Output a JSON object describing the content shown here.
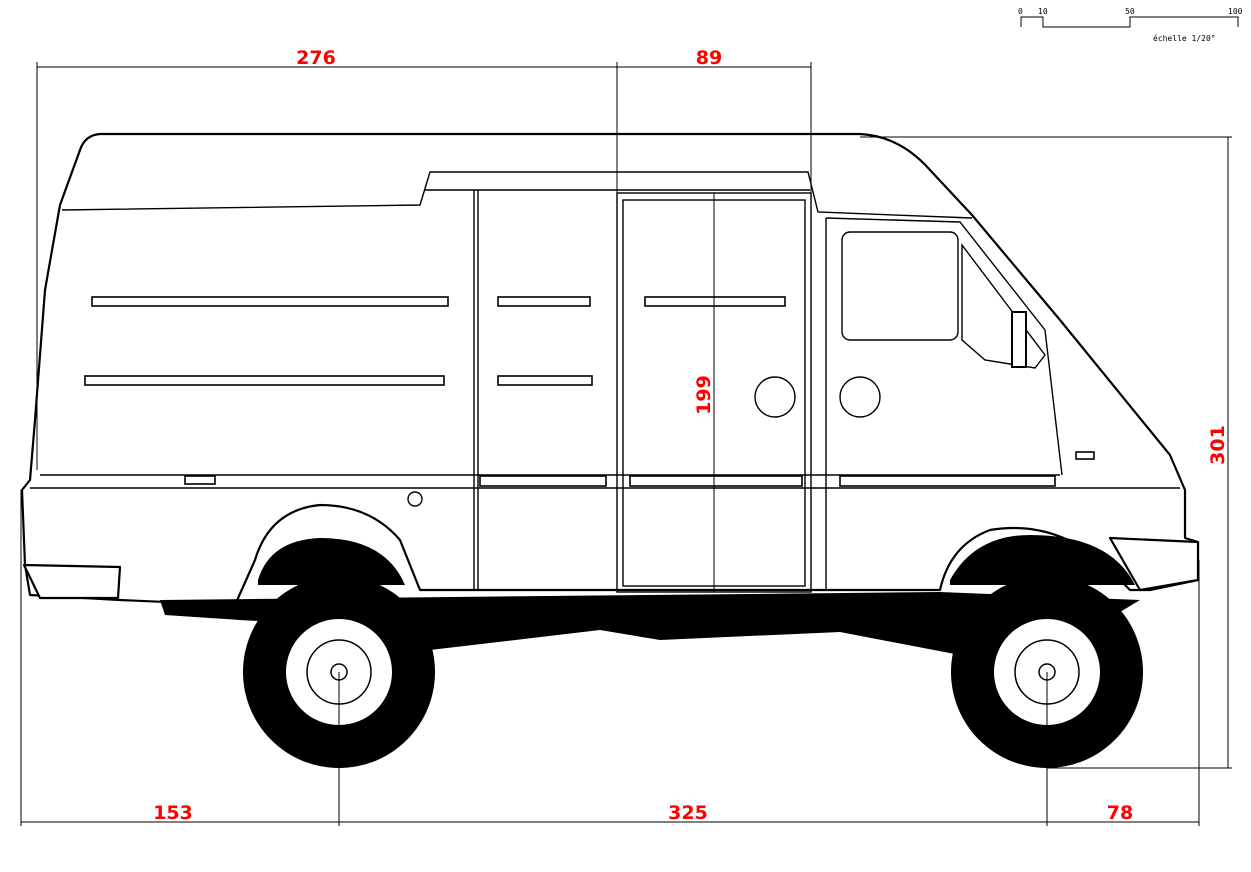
{
  "scale": {
    "ticks": [
      "0",
      "10",
      "50",
      "100"
    ],
    "label": "échelle 1/20°"
  },
  "dimensions": {
    "overhang_rear_to_door": "276",
    "door_width": "89",
    "door_height": "199",
    "total_height": "301",
    "rear_overhang": "153",
    "wheelbase": "325",
    "front_overhang": "78"
  }
}
